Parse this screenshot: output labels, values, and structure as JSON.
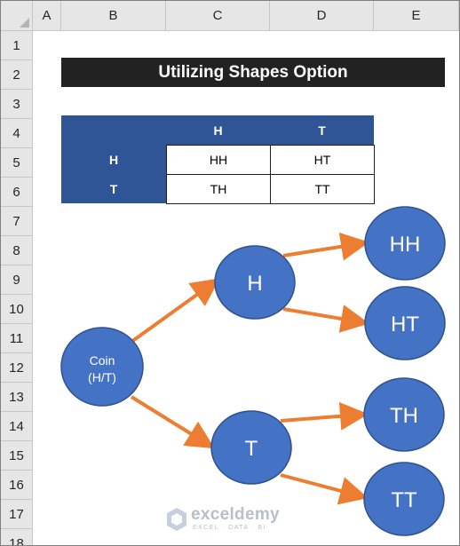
{
  "spreadsheet": {
    "columns": [
      "A",
      "B",
      "C",
      "D",
      "E"
    ],
    "rows": [
      "1",
      "2",
      "3",
      "4",
      "5",
      "6",
      "7",
      "8",
      "9",
      "10",
      "11",
      "12",
      "13",
      "14",
      "15",
      "16",
      "17",
      "18"
    ]
  },
  "title": "Utilizing Shapes Option",
  "table": {
    "col_headers": [
      "H",
      "T"
    ],
    "rows": [
      {
        "header": "H",
        "cells": [
          "HH",
          "HT"
        ]
      },
      {
        "header": "T",
        "cells": [
          "TH",
          "TT"
        ]
      }
    ]
  },
  "tree": {
    "root": {
      "line1": "Coin",
      "line2": "(H/T)"
    },
    "level1": [
      "H",
      "T"
    ],
    "level2": [
      "HH",
      "HT",
      "TH",
      "TT"
    ]
  },
  "colors": {
    "node_fill": "#4472c4",
    "node_stroke": "#2f528f",
    "arrow": "#ed7d31",
    "table_header": "#2f5597",
    "title_bg": "#222222"
  },
  "watermark": {
    "name": "exceldemy",
    "tagline": "EXCEL · DATA · BI"
  }
}
